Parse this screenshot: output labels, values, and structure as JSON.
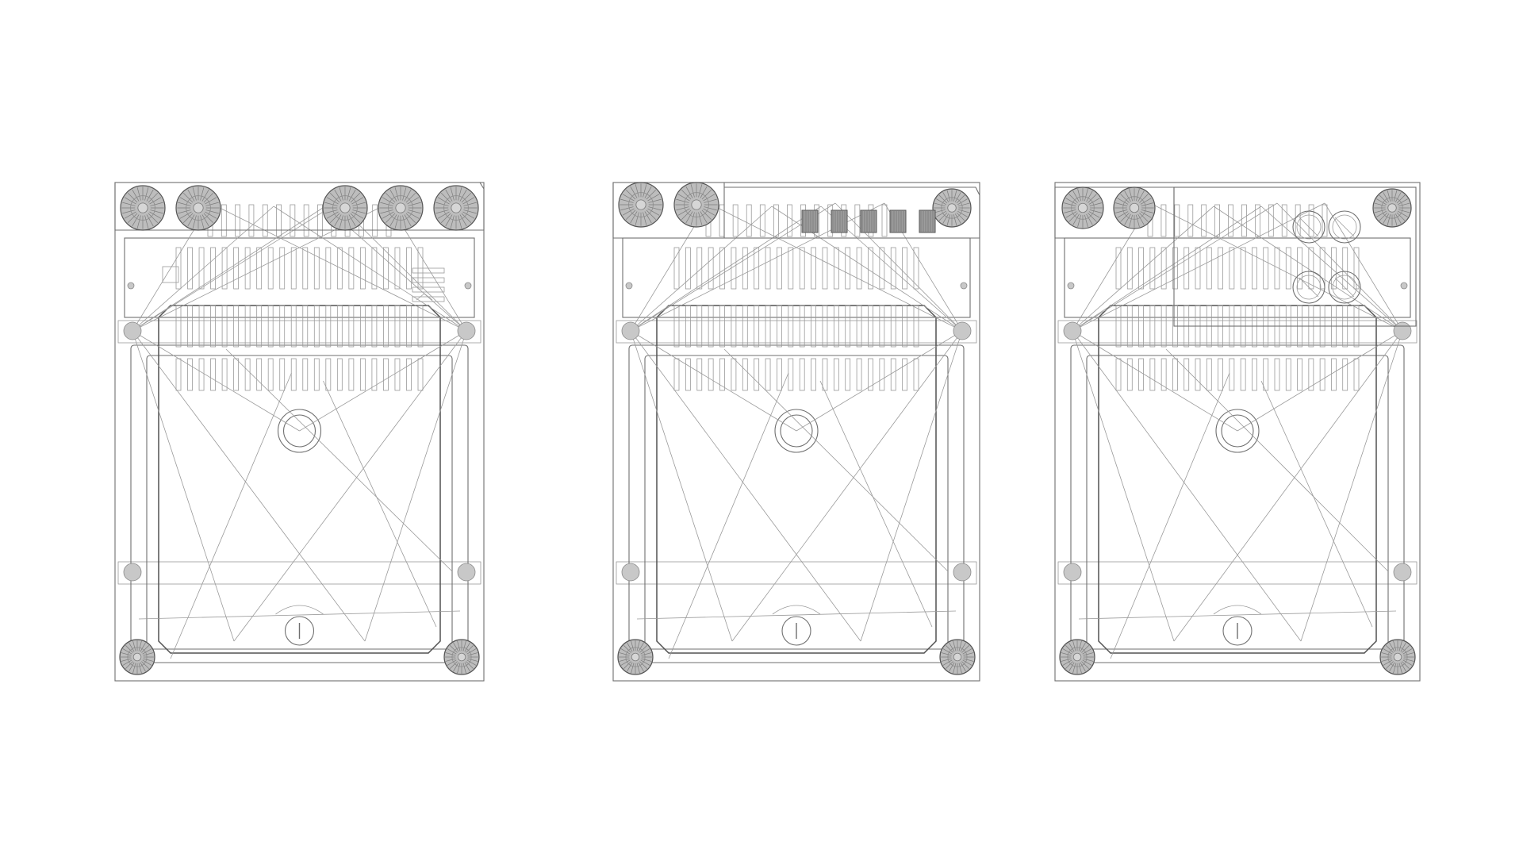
{
  "page": {
    "background": "#ffffff",
    "line_color": "#6f6f6f",
    "knob_fill": "#bdbdbd"
  },
  "units": [
    {
      "id": "unit-1",
      "top_variant": "five-knobs"
    },
    {
      "id": "unit-2",
      "top_variant": "two-knobs-rect-pads"
    },
    {
      "id": "unit-3",
      "top_variant": "two-knobs-ring-grid"
    }
  ]
}
